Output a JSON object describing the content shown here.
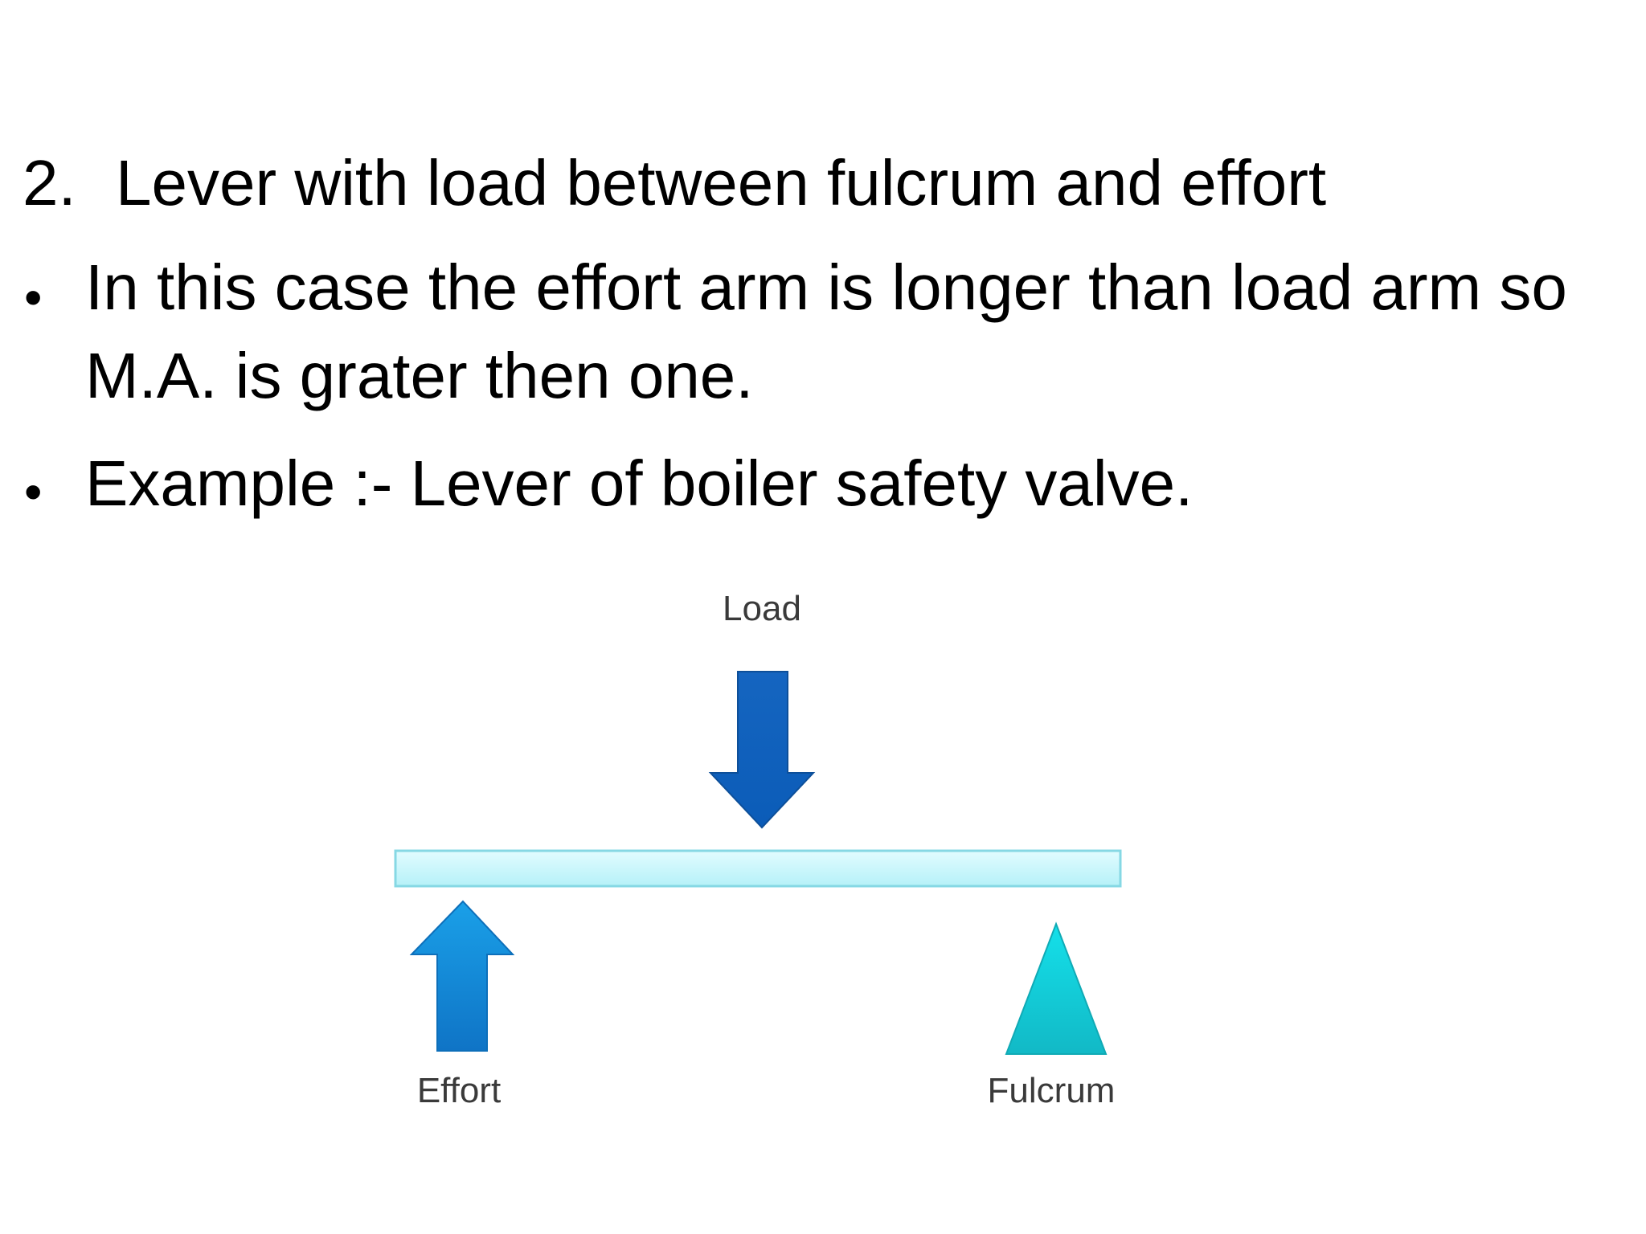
{
  "heading": {
    "number": "2.",
    "text": "Lever with load between fulcrum and effort"
  },
  "bullets": [
    {
      "lines": [
        "In this case the effort arm is longer than load arm so",
        "M.A. is grater then one."
      ]
    },
    {
      "lines": [
        "Example :- Lever of boiler safety valve."
      ]
    }
  ],
  "diagram": {
    "labels": {
      "load": "Load",
      "effort": "Effort",
      "fulcrum": "Fulcrum"
    },
    "colors": {
      "lever_fill": "#c6f6fb",
      "lever_stroke": "#7fd9e6",
      "load_arrow": "#1565c0",
      "effort_arrow": "#1b8fdc",
      "fulcrum": "#19c9d4"
    }
  }
}
